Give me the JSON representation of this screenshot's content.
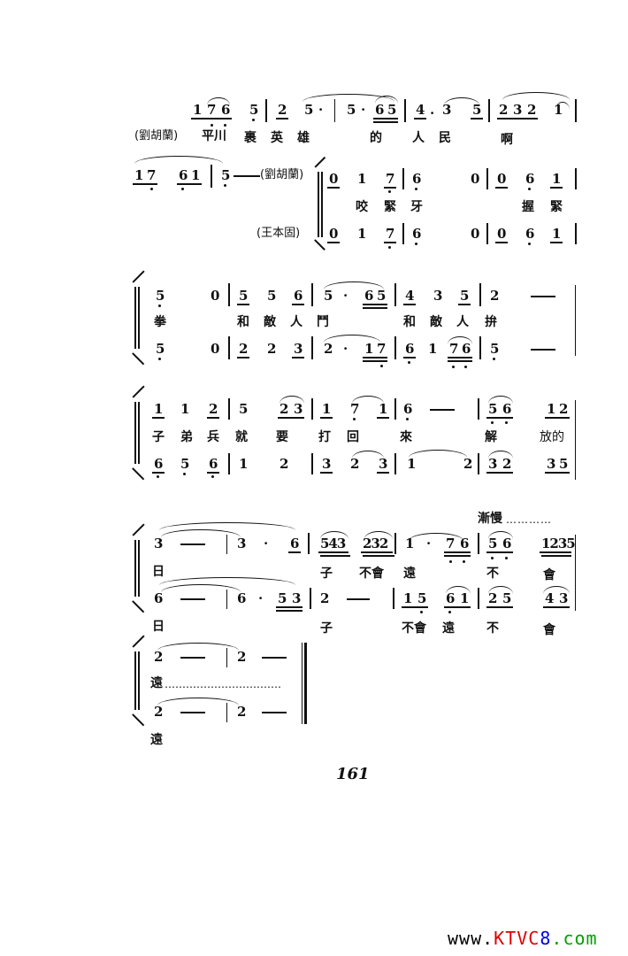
{
  "page": {
    "number": "161",
    "watermark": {
      "prefix": "www.",
      "k": "KTV",
      "c": "C",
      "eight": "8",
      "dot": ".",
      "com": "com",
      "colors": {
        "prefix": "#000000",
        "ktv": "#e00000",
        "eight": "#0000e0",
        "com": "#00a000"
      }
    }
  },
  "system1": {
    "role_label": "(劉胡蘭)",
    "notes": [
      "1",
      "7",
      "6",
      "5",
      "2",
      "5",
      "·",
      "5",
      "·",
      "6",
      "5",
      "4",
      ".",
      "3",
      "5",
      "2",
      "3",
      "2",
      "1"
    ],
    "lyrics": [
      "平川",
      "裹",
      "英",
      "雄",
      "的",
      "人",
      "民",
      "啊"
    ]
  },
  "system2": {
    "lead_notes": [
      "1",
      "7",
      "6",
      "1",
      "5"
    ],
    "dash": "——",
    "role_upper": "(劉胡蘭)",
    "role_lower": "(王本固)",
    "upper_notes": [
      "0",
      "1",
      "7",
      "6",
      "0",
      "0",
      "6",
      "1"
    ],
    "upper_lyrics": [
      "咬",
      "緊",
      "牙",
      "握",
      "緊"
    ],
    "lower_notes": [
      "0",
      "1",
      "7",
      "6",
      "0",
      "0",
      "6",
      "1"
    ]
  },
  "system3": {
    "upper_notes": [
      "5",
      "0",
      "5",
      "5",
      "6",
      "5",
      "·",
      "6",
      "5",
      "4",
      "3",
      "5",
      "2"
    ],
    "lyrics": [
      "拳",
      "和",
      "敵",
      "人",
      "鬥",
      "和",
      "敵",
      "人",
      "拚"
    ],
    "lower_notes": [
      "5",
      "0",
      "2",
      "2",
      "3",
      "2",
      "·",
      "1",
      "7",
      "6",
      "1",
      "7",
      "6",
      "5"
    ]
  },
  "system4": {
    "upper_notes": [
      "1",
      "1",
      "2",
      "5",
      "2",
      "3",
      "1",
      "7",
      "1",
      "6",
      "5",
      "6",
      "1",
      "2"
    ],
    "lyrics": [
      "子",
      "弟",
      "兵",
      "就",
      "要",
      "打",
      "回",
      "來",
      "解",
      "放的"
    ],
    "lower_notes": [
      "6",
      "5",
      "6",
      "1",
      "2",
      "3",
      "2",
      "3",
      "1",
      "2",
      "3",
      "2",
      "3",
      "5"
    ]
  },
  "system5": {
    "tempo_mark": "漸慢",
    "tempo_dots": "…………",
    "upper_notes": [
      "3",
      "3",
      "·",
      "6",
      "543",
      "232",
      "1",
      "·",
      "7",
      "6",
      "5",
      "6",
      "1235"
    ],
    "upper_lyrics": [
      "日",
      "子",
      "不會",
      "遠",
      "不",
      "會"
    ],
    "lower_notes": [
      "6",
      "6",
      "·",
      "5",
      "3",
      "2",
      "1",
      "5",
      "6",
      "1",
      "2",
      "5",
      "4",
      "3"
    ],
    "lower_lyrics": [
      "日",
      "子",
      "不會",
      "遠",
      "不",
      "會"
    ]
  },
  "system6": {
    "upper_notes": [
      "2",
      "2"
    ],
    "upper_lyric": "遠",
    "dots": "……………………………",
    "lower_notes": [
      "2",
      "2"
    ],
    "lower_lyric": "遠"
  }
}
